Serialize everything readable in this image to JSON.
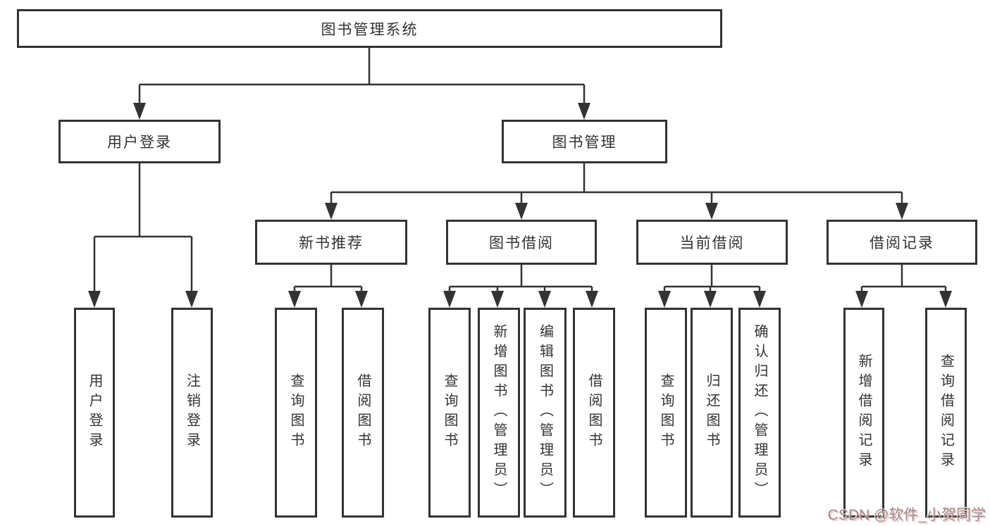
{
  "diagram": {
    "root": {
      "label": "图书管理系统"
    },
    "level2": [
      {
        "id": "user-login",
        "label": "用户登录"
      },
      {
        "id": "book-management",
        "label": "图书管理"
      }
    ],
    "level3": [
      {
        "id": "new-book-recommend",
        "label": "新书推荐",
        "parent": "图书管理"
      },
      {
        "id": "book-borrowing",
        "label": "图书借阅",
        "parent": "图书管理"
      },
      {
        "id": "current-borrowing",
        "label": "当前借阅",
        "parent": "图书管理"
      },
      {
        "id": "borrowing-records",
        "label": "借阅记录",
        "parent": "图书管理"
      }
    ],
    "leaves": [
      {
        "label": "用户登录",
        "parent": "用户登录"
      },
      {
        "label": "注销登录",
        "parent": "用户登录"
      },
      {
        "label": "查询图书",
        "parent": "新书推荐"
      },
      {
        "label": "借阅图书",
        "parent": "新书推荐"
      },
      {
        "label": "查询图书",
        "parent": "图书借阅"
      },
      {
        "label": "新增图书（管理员）",
        "parent": "图书借阅"
      },
      {
        "label": "编辑图书（管理员）",
        "parent": "图书借阅"
      },
      {
        "label": "借阅图书",
        "parent": "图书借阅"
      },
      {
        "label": "查询图书",
        "parent": "当前借阅"
      },
      {
        "label": "归还图书",
        "parent": "当前借阅"
      },
      {
        "label": "确认归还（管理员）",
        "parent": "当前借阅"
      },
      {
        "label": "新增借阅记录",
        "parent": "借阅记录"
      },
      {
        "label": "查询借阅记录",
        "parent": "借阅记录"
      }
    ],
    "watermark": "CSDN @软件_小贺同学",
    "colors": {
      "line": "#333333",
      "text": "#333333",
      "box_bg": "#ffffff",
      "background": "#ffffff"
    }
  }
}
